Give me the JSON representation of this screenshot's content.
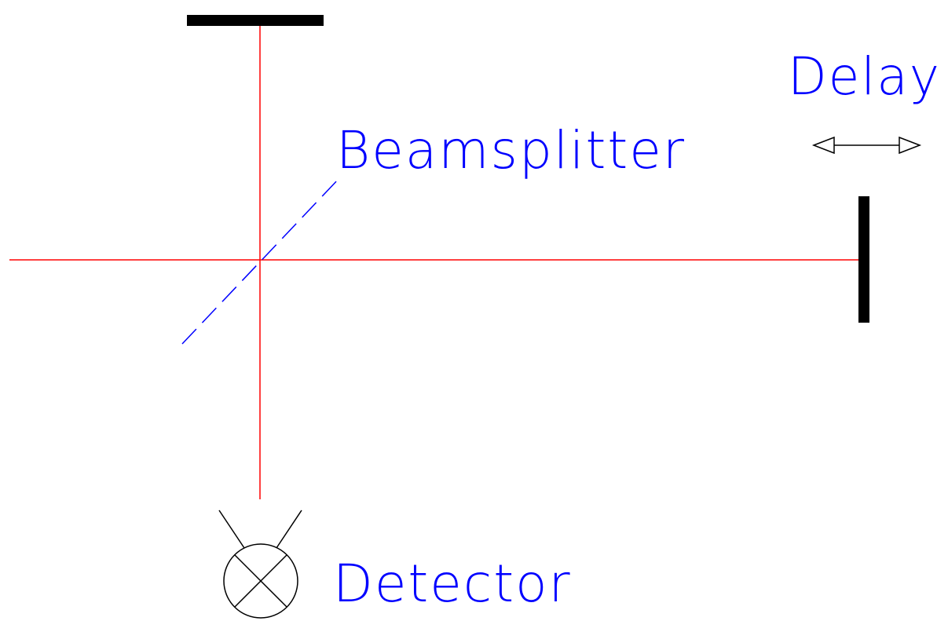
{
  "colors": {
    "beam": "#ff0000",
    "label": "#0000ff",
    "beamsplitter": "#0000ff",
    "mirror": "#000000",
    "outline": "#000000",
    "background": "#ffffff"
  },
  "labels": {
    "beamsplitter": "Beamsplitter",
    "delay": "Delay",
    "detector": "Detector"
  },
  "icons": {
    "mirror": "mirror-icon",
    "detector": "detector-icon",
    "delay_arrow": "double-arrow-icon"
  }
}
